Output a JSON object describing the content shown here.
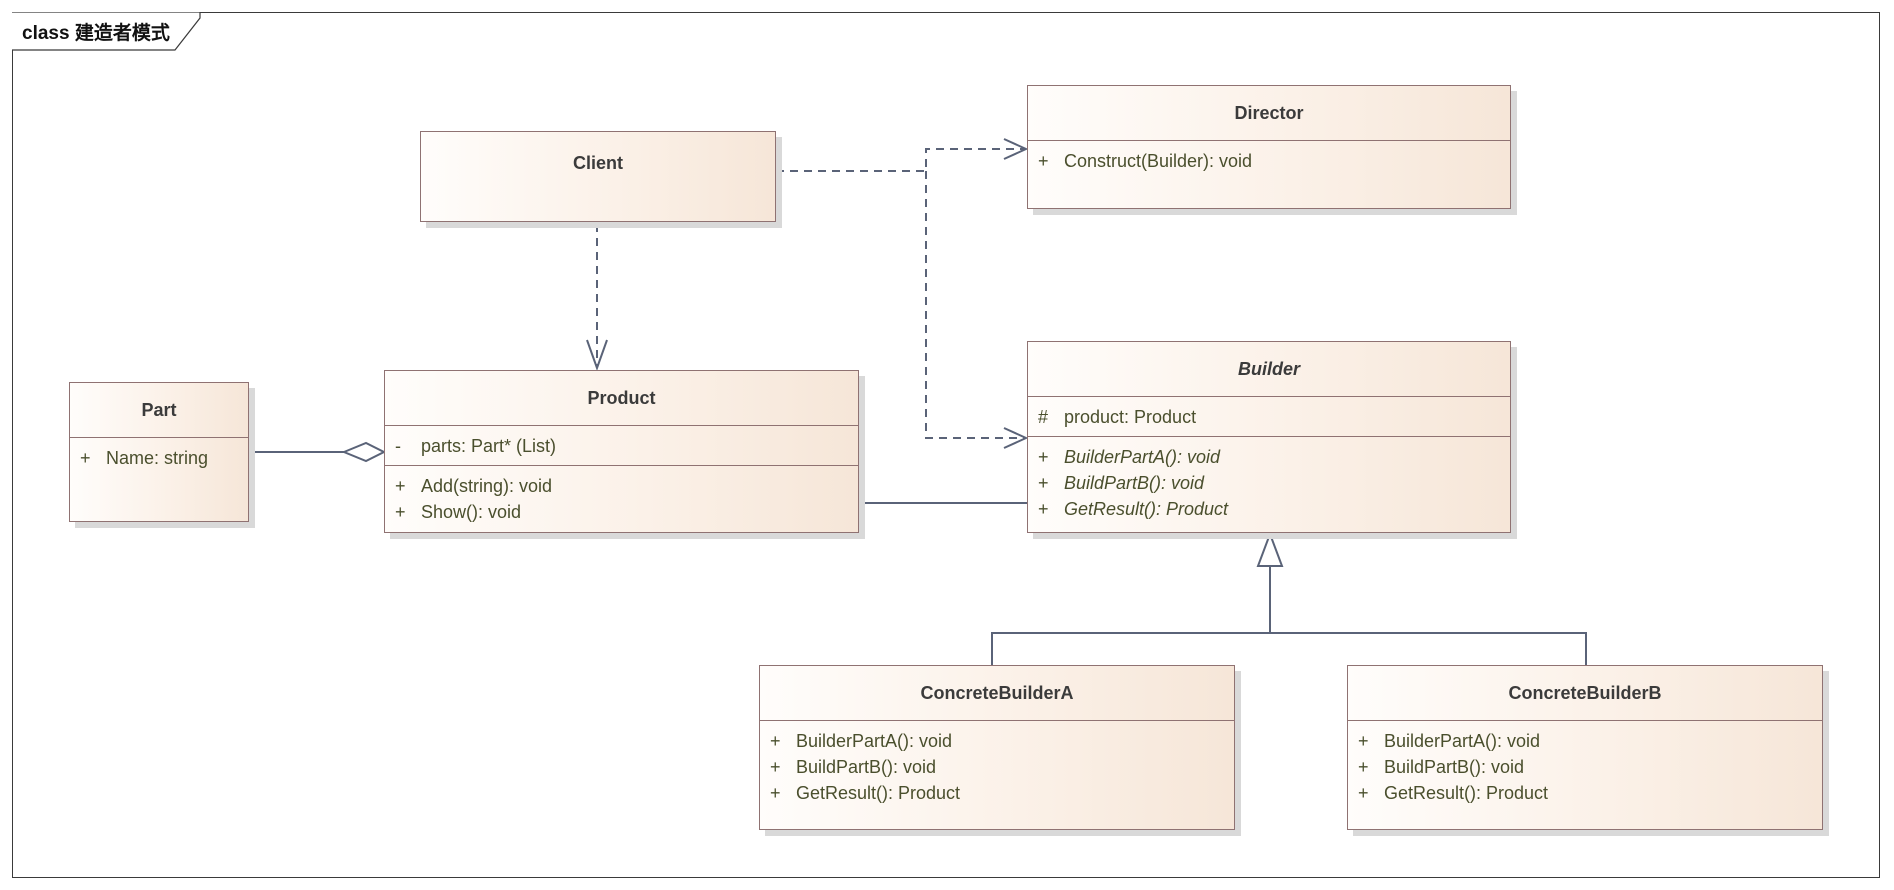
{
  "frame": {
    "title": "class 建造者模式"
  },
  "classes": {
    "client": {
      "name": "Client"
    },
    "director": {
      "name": "Director",
      "operations": [
        {
          "vis": "+",
          "text": "Construct(Builder): void"
        }
      ]
    },
    "part": {
      "name": "Part",
      "attributes": [
        {
          "vis": "+",
          "text": "Name: string"
        }
      ]
    },
    "product": {
      "name": "Product",
      "attributes": [
        {
          "vis": "-",
          "text": "parts: Part* (List)"
        }
      ],
      "operations": [
        {
          "vis": "+",
          "text": "Add(string): void"
        },
        {
          "vis": "+",
          "text": "Show(): void"
        }
      ]
    },
    "builder": {
      "name": "Builder",
      "abstract": true,
      "attributes": [
        {
          "vis": "#",
          "text": "product: Product"
        }
      ],
      "operations": [
        {
          "vis": "+",
          "text": "BuilderPartA(): void"
        },
        {
          "vis": "+",
          "text": "BuildPartB(): void"
        },
        {
          "vis": "+",
          "text": "GetResult(): Product"
        }
      ]
    },
    "concrete_a": {
      "name": "ConcreteBuilderA",
      "operations": [
        {
          "vis": "+",
          "text": "BuilderPartA(): void"
        },
        {
          "vis": "+",
          "text": "BuildPartB(): void"
        },
        {
          "vis": "+",
          "text": "GetResult(): Product"
        }
      ]
    },
    "concrete_b": {
      "name": "ConcreteBuilderB",
      "operations": [
        {
          "vis": "+",
          "text": "BuilderPartA(): void"
        },
        {
          "vis": "+",
          "text": "BuildPartB(): void"
        },
        {
          "vis": "+",
          "text": "GetResult(): Product"
        }
      ]
    }
  },
  "relationships": [
    {
      "type": "dependency",
      "from": "Client",
      "to": "Director"
    },
    {
      "type": "dependency",
      "from": "Client",
      "to": "Builder"
    },
    {
      "type": "dependency",
      "from": "Client",
      "to": "Product"
    },
    {
      "type": "aggregation",
      "whole": "Product",
      "part": "Part"
    },
    {
      "type": "association",
      "from": "Product",
      "to": "Builder"
    },
    {
      "type": "generalization",
      "child": "ConcreteBuilderA",
      "parent": "Builder"
    },
    {
      "type": "generalization",
      "child": "ConcreteBuilderB",
      "parent": "Builder"
    }
  ],
  "colors": {
    "border": "#8f7272",
    "connector": "#5a6378",
    "member_text": "#4a4f2d"
  }
}
